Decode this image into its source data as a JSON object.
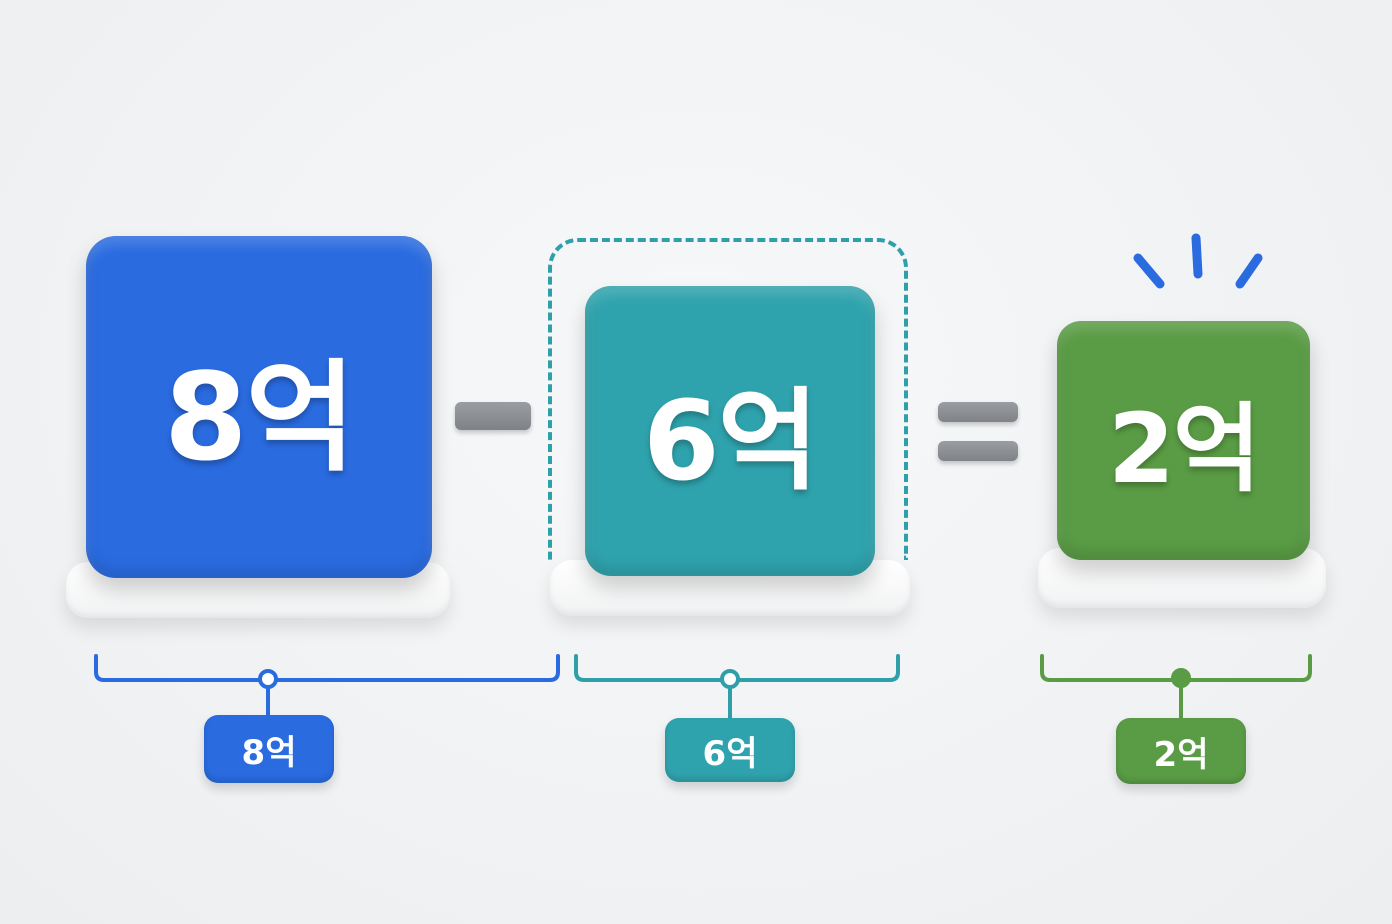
{
  "equation": {
    "minuend": {
      "value": "8억",
      "color": "#2a6be0"
    },
    "operator_minus": "-",
    "subtrahend": {
      "value": "6억",
      "color": "#2fa3ad"
    },
    "operator_equals": "=",
    "result": {
      "value": "2억",
      "color": "#5a9c45"
    }
  },
  "labels": {
    "minuend_label": "8억",
    "subtrahend_label": "6억",
    "result_label": "2억"
  },
  "icons": [
    "dashed-outline",
    "emphasis-burst-icon",
    "bracket-connector"
  ]
}
